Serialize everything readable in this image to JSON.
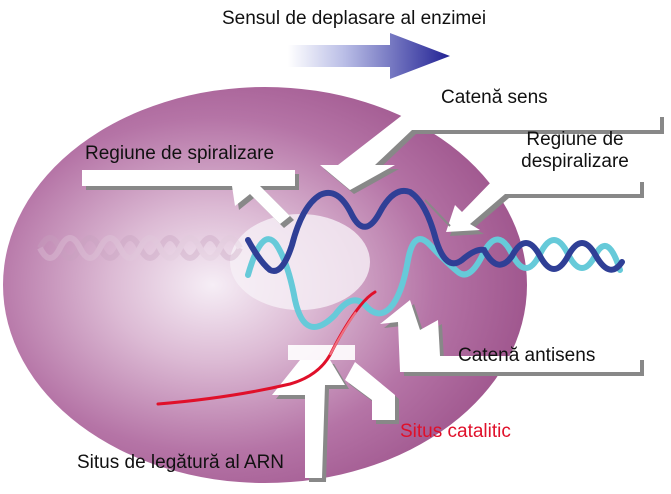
{
  "labels": {
    "direction": "Sensul de deplasare al enzimei",
    "sense_strand": "Catenă sens",
    "coil_region": "Regiune de spiralizare",
    "uncoil_region_line1": "Regiune de",
    "uncoil_region_line2": "despiralizare",
    "antisense_strand": "Catenă antisens",
    "catalytic_site": "Situs catalitic",
    "rna_binding_site": "Situs de legătură al ARN"
  },
  "colors": {
    "enzyme_body": "#a0588e",
    "enzyme_highlight": "#f4ecf4",
    "sense_strand": "#2f3f96",
    "antisense_strand": "#6ad0de",
    "rna": "#e0102a",
    "arrow": "#2a2aa0",
    "label_text": "#111111",
    "catalytic_label": "#e0102a"
  },
  "icons": {
    "direction_arrow": "right-arrow-icon"
  }
}
